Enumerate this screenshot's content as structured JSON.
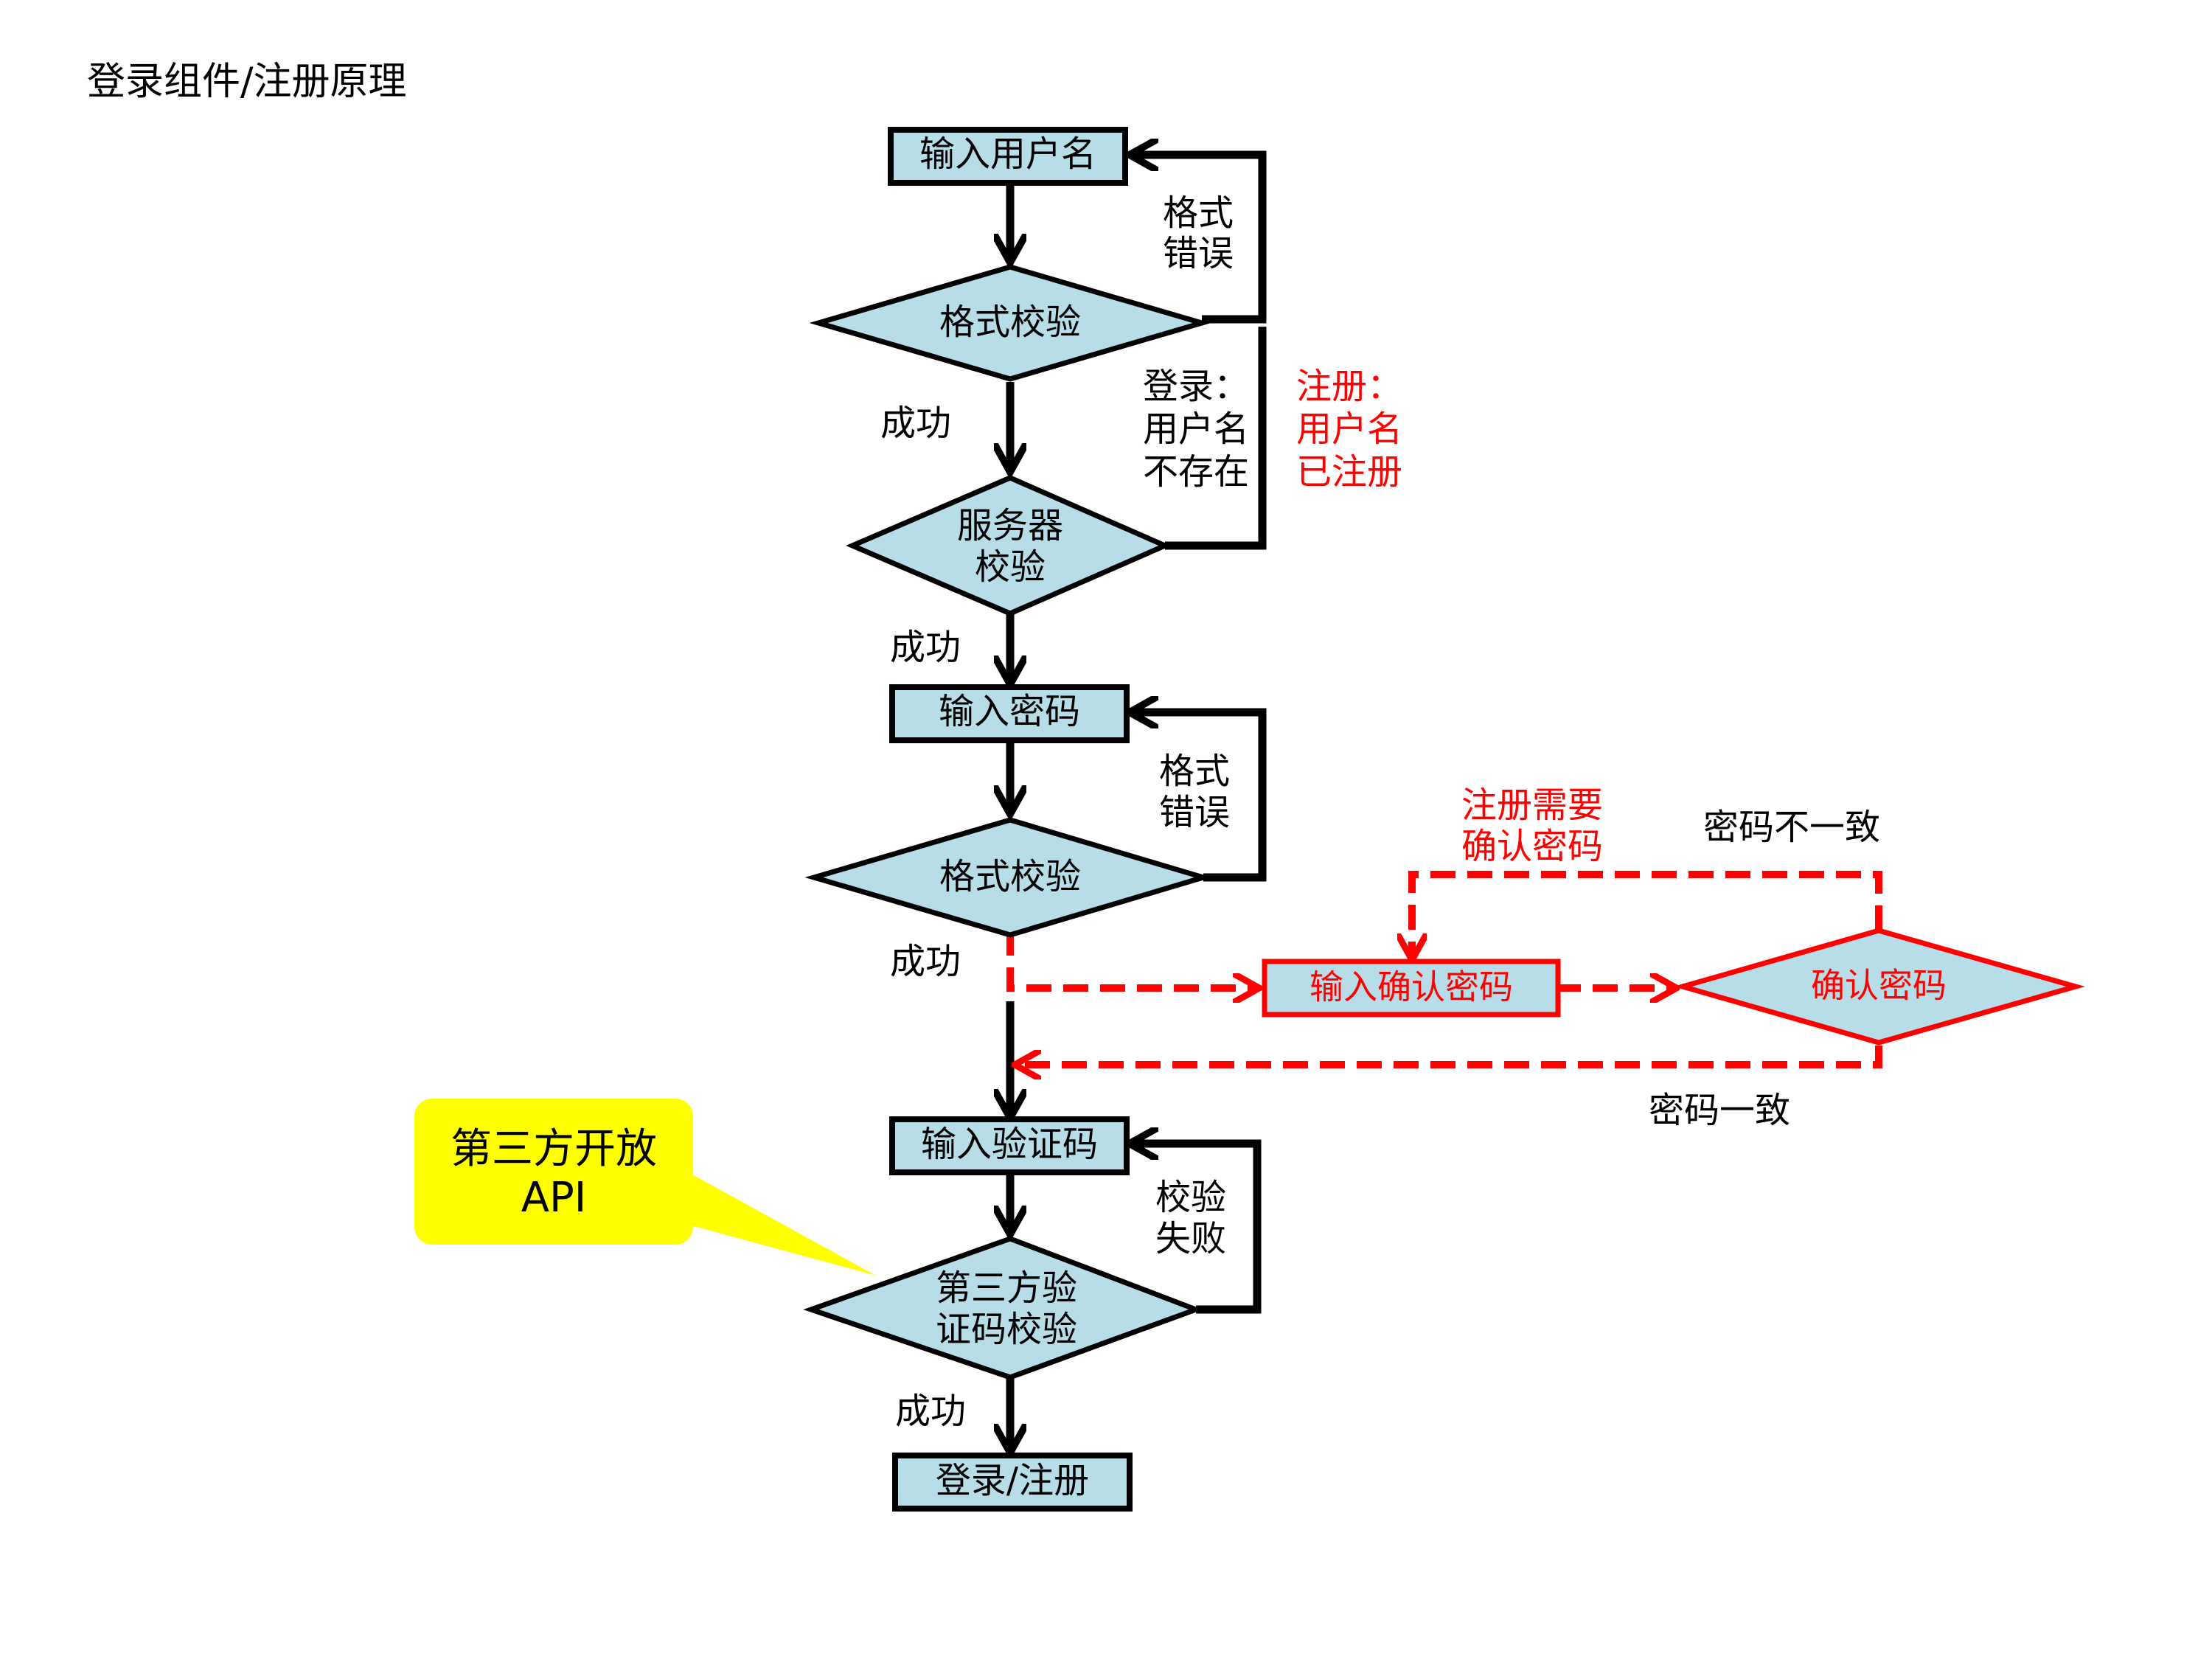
{
  "title": "登录组件/注册原理",
  "nodes": {
    "input_username": "输入用户名",
    "format_check_1": "格式校验",
    "server_check": [
      "服务器",
      "校验"
    ],
    "input_password": "输入密码",
    "format_check_2": "格式校验",
    "input_confirm_password": "输入确认密码",
    "confirm_password": "确认密码",
    "input_captcha": "输入验证码",
    "captcha_check": [
      "第三方验",
      "证码校验"
    ],
    "login_register": "登录/注册"
  },
  "labels": {
    "format_error_1": [
      "格式",
      "错误"
    ],
    "login_user_not_exist": [
      "登录：",
      "用户名",
      "不存在"
    ],
    "register_user_exists": [
      "注册：",
      "用户名",
      "已注册"
    ],
    "success_1": "成功",
    "success_2": "成功",
    "format_error_2": [
      "格式",
      "错误"
    ],
    "success_3": "成功",
    "register_need_confirm": [
      "注册需要",
      "确认密码"
    ],
    "password_mismatch": "密码不一致",
    "password_match": "密码一致",
    "captcha_fail": [
      "校验",
      "失败"
    ],
    "success_4": "成功"
  },
  "callout": [
    "第三方开放",
    "API"
  ],
  "colors": {
    "node_fill": "#b7dde8",
    "stroke": "#000000",
    "red": "#ff0000",
    "callout_fill": "#ffff00"
  }
}
